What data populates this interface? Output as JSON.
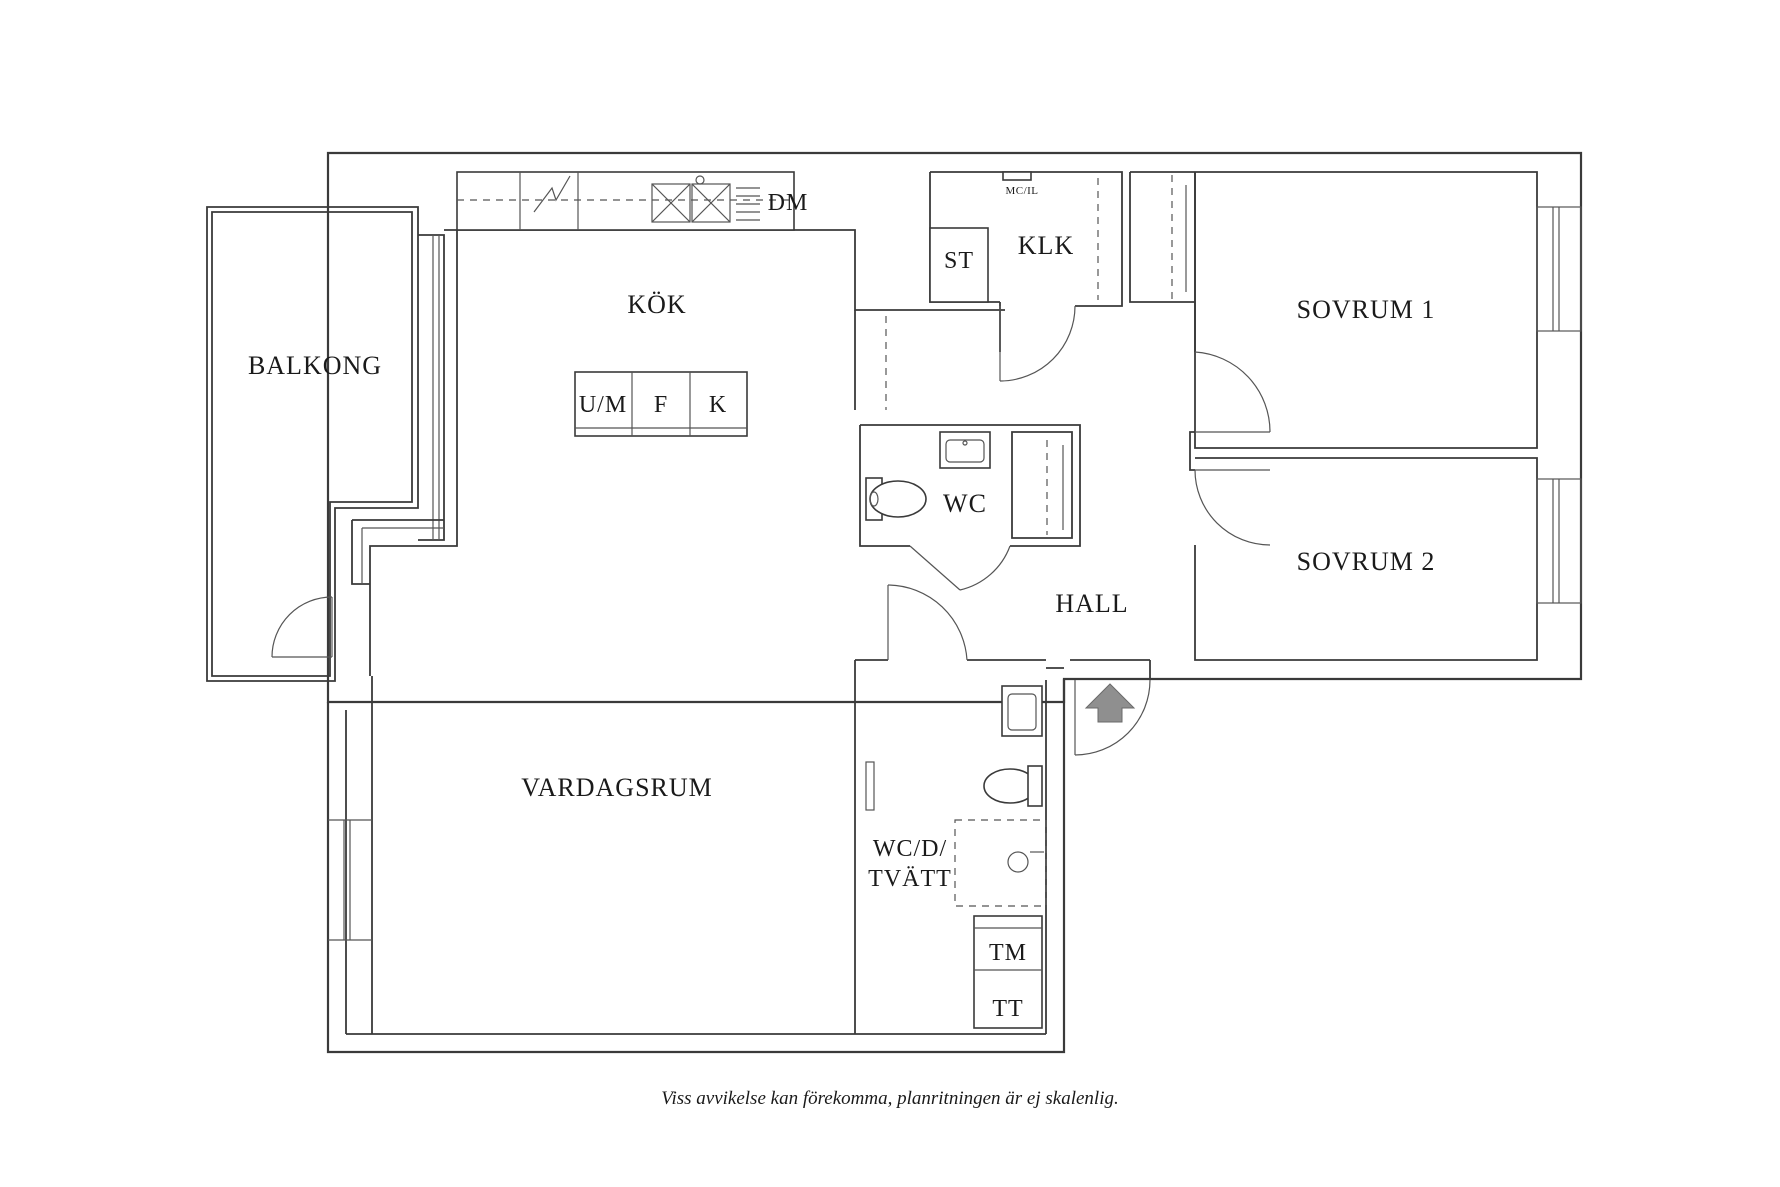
{
  "rooms": {
    "kok": "KÖK",
    "balkong": "BALKONG",
    "vardagsrum": "VARDAGSRUM",
    "klk": "KLK",
    "wc": "WC",
    "hall": "HALL",
    "sovrum1": "SOVRUM 1",
    "sovrum2": "SOVRUM 2",
    "wc_d_tvatt_line1": "WC/D/",
    "wc_d_tvatt_line2": "TVÄTT"
  },
  "fixtures": {
    "dm": "DM",
    "um": "U/M",
    "f": "F",
    "k": "K",
    "st": "ST",
    "mc_il": "MC/IL",
    "tm": "TM",
    "tt": "TT"
  },
  "footnote": "Viss avvikelse kan förekomma, planritningen är ej skalenlig."
}
